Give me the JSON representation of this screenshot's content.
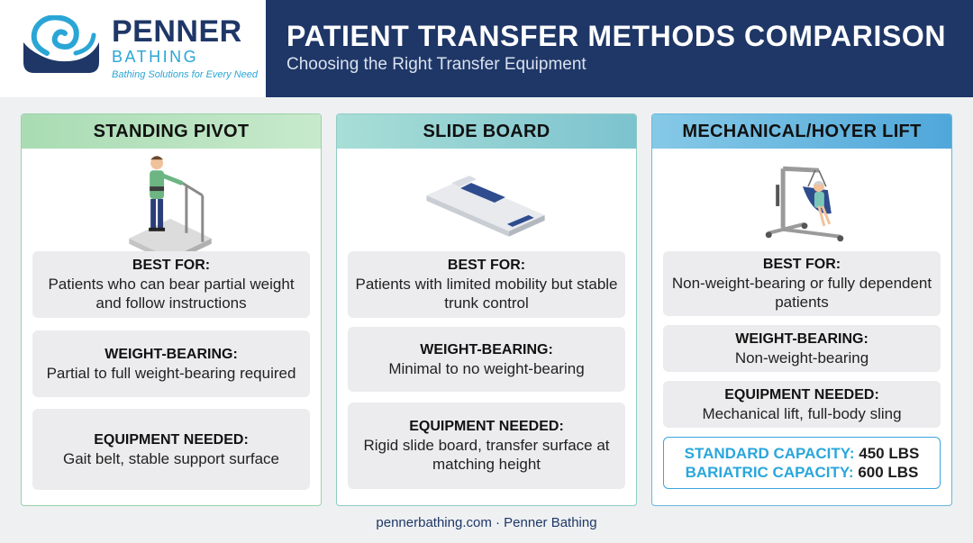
{
  "brand": {
    "name": "PENNER",
    "sub": "BATHING",
    "tagline": "Bathing Solutions for Every Need"
  },
  "header": {
    "title": "PATIENT TRANSFER METHODS COMPARISON",
    "subtitle": "Choosing the Right Transfer Equipment"
  },
  "cards": [
    {
      "title": "STANDING PIVOT",
      "illustration": "standing-person-with-handrail",
      "best_for_label": "BEST FOR:",
      "best_for": "Patients who can bear partial weight and follow instructions",
      "weight_label": "WEIGHT-BEARING:",
      "weight": "Partial to full weight-bearing required",
      "equipment_label": "EQUIPMENT NEEDED:",
      "equipment": "Gait belt, stable support surface"
    },
    {
      "title": "SLIDE BOARD",
      "illustration": "slide-board",
      "best_for_label": "BEST FOR:",
      "best_for": "Patients with limited mobility but stable trunk control",
      "weight_label": "WEIGHT-BEARING:",
      "weight": "Minimal to no weight-bearing",
      "equipment_label": "EQUIPMENT NEEDED:",
      "equipment": "Rigid slide board, transfer surface at matching height"
    },
    {
      "title": "MECHANICAL/HOYER LIFT",
      "illustration": "hoyer-lift-with-patient",
      "best_for_label": "BEST FOR:",
      "best_for": "Non-weight-bearing or fully dependent patients",
      "weight_label": "WEIGHT-BEARING:",
      "weight": "Non-weight-bearing",
      "equipment_label": "EQUIPMENT NEEDED:",
      "equipment": "Mechanical lift, full-body sling",
      "capacity": {
        "standard_label": "STANDARD CAPACITY:",
        "standard_value": "450 LBS",
        "bariatric_label": "BARIATRIC CAPACITY:",
        "bariatric_value": "600 LBS"
      }
    }
  ],
  "footer": "pennerbathing.com · Penner Bathing",
  "colors": {
    "navy": "#1f3767",
    "accent_blue": "#2aa6dc",
    "green_header": "#a9dcb3",
    "teal_header": "#8fd2cc",
    "blue_header": "#4fa7da"
  }
}
